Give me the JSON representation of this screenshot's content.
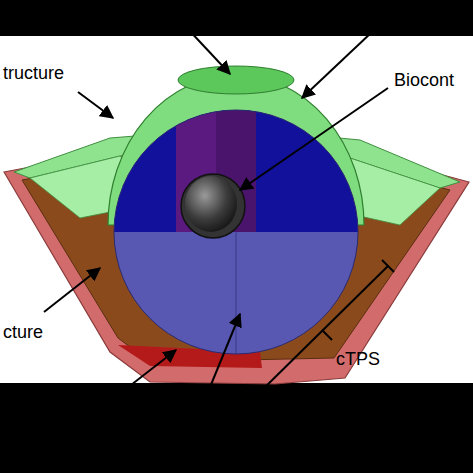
{
  "diagram": {
    "labels": [
      "tructure",
      "Biocont",
      "cture",
      "cTPS"
    ]
  }
}
